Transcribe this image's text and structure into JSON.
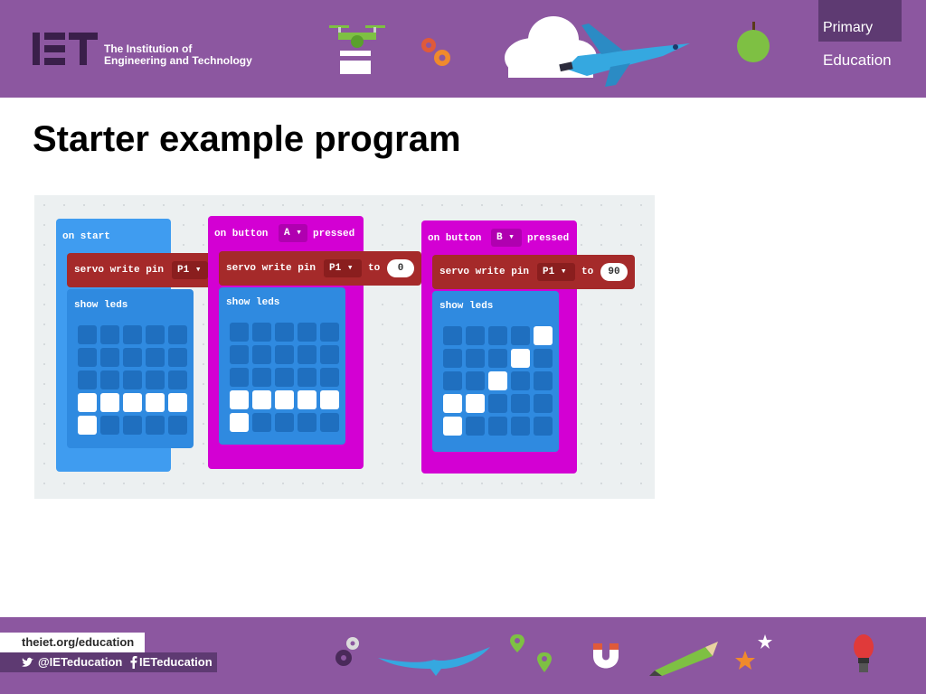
{
  "header": {
    "org_line1": "The Institution of",
    "org_line2": "Engineering and Technology",
    "primary_label": "Primary",
    "education_label": "Education"
  },
  "slide": {
    "title": "Starter example program"
  },
  "workspace": {
    "start_block": {
      "label": "on start",
      "servo_label": "servo write pin",
      "pin": "P1",
      "show_leds": "show leds",
      "leds": [
        0,
        0,
        0,
        0,
        0,
        0,
        0,
        0,
        0,
        0,
        0,
        0,
        0,
        0,
        0,
        1,
        1,
        1,
        1,
        1,
        1,
        0,
        0,
        0,
        0
      ]
    },
    "button_a_block": {
      "on_label": "on button",
      "button": "A",
      "pressed_label": "pressed",
      "servo_label": "servo write pin",
      "pin": "P1",
      "to_label": "to",
      "value": "0",
      "show_leds": "show leds",
      "leds": [
        0,
        0,
        0,
        0,
        0,
        0,
        0,
        0,
        0,
        0,
        0,
        0,
        0,
        0,
        0,
        1,
        1,
        1,
        1,
        1,
        1,
        0,
        0,
        0,
        0
      ]
    },
    "button_b_block": {
      "on_label": "on button",
      "button": "B",
      "pressed_label": "pressed",
      "servo_label": "servo write pin",
      "pin": "P1",
      "to_label": "to",
      "value": "90",
      "show_leds": "show leds",
      "leds": [
        0,
        0,
        0,
        0,
        1,
        0,
        0,
        0,
        1,
        0,
        0,
        0,
        1,
        0,
        0,
        1,
        1,
        0,
        0,
        0,
        1,
        0,
        0,
        0,
        0
      ]
    },
    "colors": {
      "event_blue": "#3f9cf0",
      "event_magenta": "#d300d3",
      "servo_red": "#a52a2a",
      "led_off": "#1f6fbf",
      "led_on": "#ffffff"
    }
  },
  "footer": {
    "website": "theiet.org/education",
    "twitter": "@IETeducation",
    "facebook": "IETeducation"
  },
  "icons": [
    "iet-logo",
    "drone-icon",
    "gears-icon",
    "cloud-icon",
    "space-shuttle-icon",
    "apple-icon",
    "bird-icon",
    "map-pin-icon",
    "magnet-icon",
    "pencil-icon",
    "star-icon",
    "lightbulb-icon",
    "twitter-icon",
    "facebook-icon",
    "dropdown-arrow-icon"
  ]
}
